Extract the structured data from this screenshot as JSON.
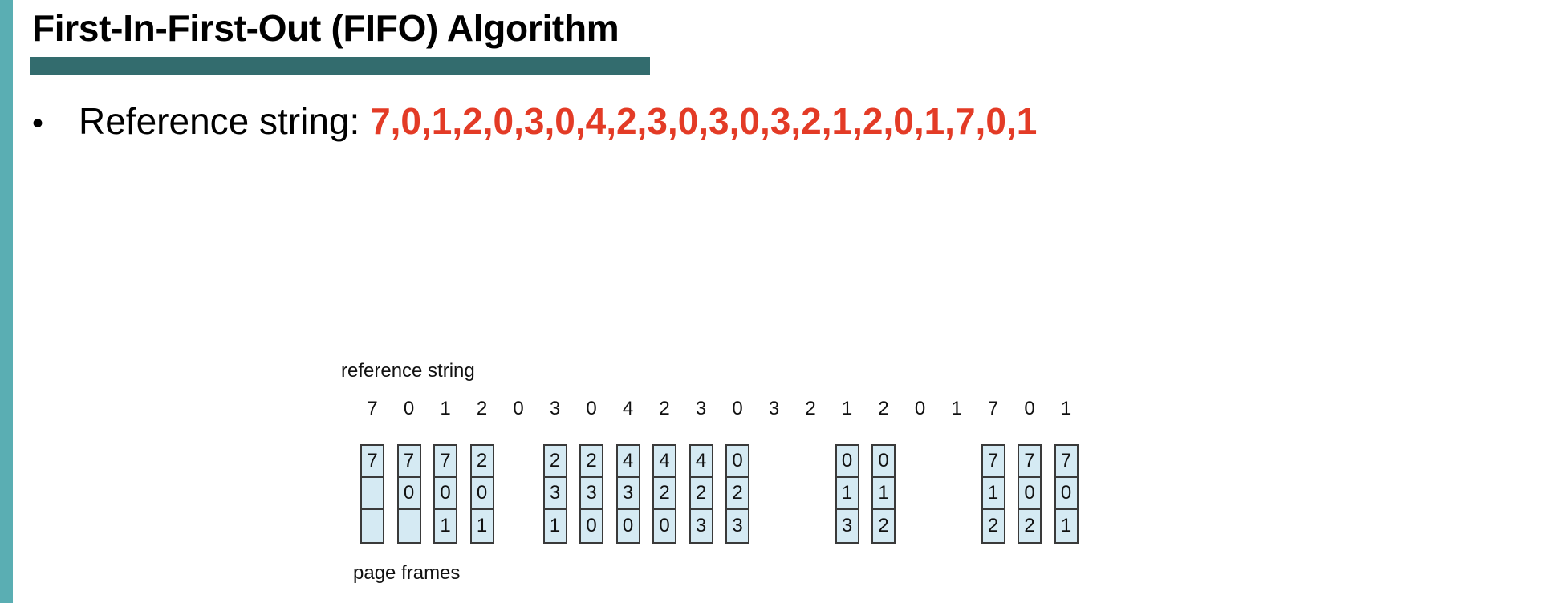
{
  "slide": {
    "title": "First-In-First-Out (FIFO) Algorithm",
    "bullet_label": "Reference string: ",
    "bullet_value": "7,0,1,2,0,3,0,4,2,3,0,3,0,3,2,1,2,0,1,7,0,1",
    "bullet_symbol": "•",
    "colors": {
      "accent_bar": "#5aaeb3",
      "title_underline": "#336c6e",
      "reference_value": "#e33b26",
      "frame_fill": "#d5eaf3"
    }
  },
  "diagram": {
    "reference_label": "reference string",
    "frames_label": "page frames",
    "reference_string": [
      "7",
      "0",
      "1",
      "2",
      "0",
      "3",
      "0",
      "4",
      "2",
      "3",
      "0",
      "3",
      "2",
      "1",
      "2",
      "0",
      "1",
      "7",
      "0",
      "1"
    ],
    "frame_states": [
      {
        "ref_index": 0,
        "frames": [
          "7",
          "",
          ""
        ]
      },
      {
        "ref_index": 1,
        "frames": [
          "7",
          "0",
          ""
        ]
      },
      {
        "ref_index": 2,
        "frames": [
          "7",
          "0",
          "1"
        ]
      },
      {
        "ref_index": 3,
        "frames": [
          "2",
          "0",
          "1"
        ]
      },
      {
        "ref_index": 5,
        "frames": [
          "2",
          "3",
          "1"
        ]
      },
      {
        "ref_index": 6,
        "frames": [
          "2",
          "3",
          "0"
        ]
      },
      {
        "ref_index": 7,
        "frames": [
          "4",
          "3",
          "0"
        ]
      },
      {
        "ref_index": 8,
        "frames": [
          "4",
          "2",
          "0"
        ]
      },
      {
        "ref_index": 9,
        "frames": [
          "4",
          "2",
          "3"
        ]
      },
      {
        "ref_index": 10,
        "frames": [
          "0",
          "2",
          "3"
        ]
      },
      {
        "ref_index": 13,
        "frames": [
          "0",
          "1",
          "3"
        ]
      },
      {
        "ref_index": 14,
        "frames": [
          "0",
          "1",
          "2"
        ]
      },
      {
        "ref_index": 17,
        "frames": [
          "7",
          "1",
          "2"
        ]
      },
      {
        "ref_index": 18,
        "frames": [
          "7",
          "0",
          "2"
        ]
      },
      {
        "ref_index": 19,
        "frames": [
          "7",
          "0",
          "1"
        ]
      }
    ]
  }
}
